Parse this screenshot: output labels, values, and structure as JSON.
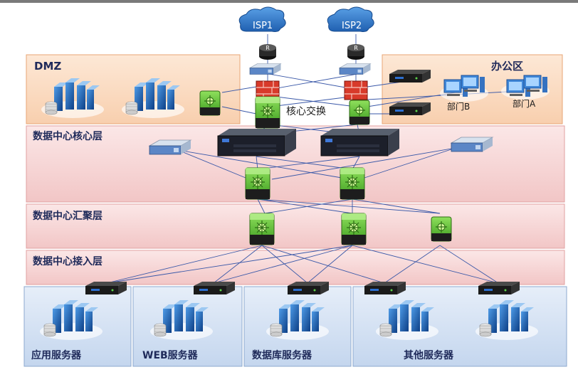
{
  "zones": {
    "dmz": "DMZ",
    "office": "办公区",
    "core_layer": "数据中心核心层",
    "aggregation_layer": "数据中心汇聚层",
    "access_layer": "数据中心接入层"
  },
  "nodes": {
    "isp1": "ISP1",
    "isp2": "ISP2",
    "core_switch": "核心交换",
    "dept_b": "部门B",
    "dept_a": "部门A"
  },
  "server_groups": {
    "app": "应用服务器",
    "web": "WEB服务器",
    "db": "数据库服务器",
    "other": "其他服务器"
  },
  "colors": {
    "band_pink": "#f6d4d4",
    "band_border": "#e0a0a0",
    "dmz_fill": "#fbdcc4",
    "server_zone_fill": "#d6e3f3",
    "cloud": "#2e74c4",
    "switch_green": "#5cc236",
    "line": "#3a58a8"
  }
}
